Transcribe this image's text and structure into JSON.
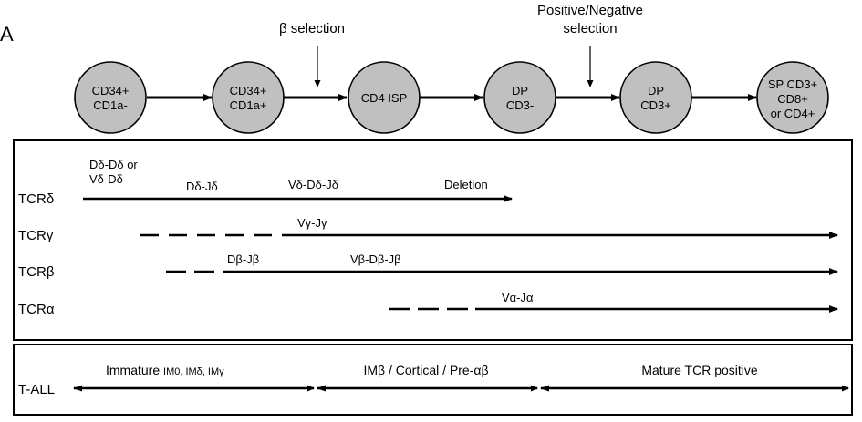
{
  "panel_label": "A",
  "selection_markers": [
    {
      "id": "beta-selection",
      "lines": [
        "β selection"
      ]
    },
    {
      "id": "positive-negative-selection",
      "lines": [
        "Positive/Negative",
        "selection"
      ]
    }
  ],
  "stages": [
    {
      "id": "cd34-cd1a-neg",
      "lines": [
        "CD34+",
        "CD1a-"
      ]
    },
    {
      "id": "cd34-cd1a-pos",
      "lines": [
        "CD34+",
        "CD1a+"
      ]
    },
    {
      "id": "cd4-isp",
      "lines": [
        "CD4 ISP"
      ]
    },
    {
      "id": "dp-cd3-neg",
      "lines": [
        "DP",
        "CD3-"
      ]
    },
    {
      "id": "dp-cd3-pos",
      "lines": [
        "DP",
        "CD3+"
      ]
    },
    {
      "id": "sp",
      "lines": [
        "SP CD3+",
        "CD8+",
        "or CD4+"
      ]
    }
  ],
  "stage_fill": "#c0c0c0",
  "rearrangements": [
    {
      "locus": "TCRδ",
      "events": [
        "Dδ-Dδ or",
        "Vδ-Dδ",
        "Dδ-Jδ",
        "Vδ-Dδ-Jδ",
        "Deletion"
      ]
    },
    {
      "locus": "TCRγ",
      "events": [
        "Vγ-Jγ"
      ]
    },
    {
      "locus": "TCRβ",
      "events": [
        "Dβ-Jβ",
        "Vβ-Dβ-Jβ"
      ]
    },
    {
      "locus": "TCRα",
      "events": [
        "Vα-Jα"
      ]
    }
  ],
  "tall": {
    "label": "T-ALL",
    "segments": [
      {
        "main": "Immature ",
        "sub": "IM0, IMδ, IMγ"
      },
      {
        "main": "IMβ / Cortical / Pre-αβ",
        "sub": ""
      },
      {
        "main": "Mature TCR positive",
        "sub": ""
      }
    ]
  }
}
